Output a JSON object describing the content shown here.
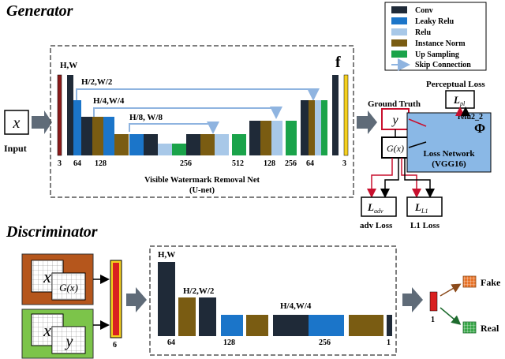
{
  "generator": {
    "title": "Generator",
    "input_symbol": "x",
    "input_label": "Input",
    "box_letter": "f",
    "net_label_1": "Visible Watermark Removal Net",
    "net_label_2": "(U-net)",
    "dims": [
      "H,W",
      "H/2,W/2",
      "H/4,W/4",
      "H/8, W/8"
    ],
    "channels": [
      "3",
      "64",
      "128",
      "256",
      "512",
      "128",
      "256",
      "64",
      "3"
    ]
  },
  "legend": [
    {
      "label": "Conv",
      "color": "#1f2a38"
    },
    {
      "label": "Leaky Relu",
      "color": "#1b75c9"
    },
    {
      "label": "Relu",
      "color": "#a8c8e8"
    },
    {
      "label": "Instance Norm",
      "color": "#7a5c12"
    },
    {
      "label": "Up Sampling",
      "color": "#1aa34a"
    },
    {
      "label": "Skip Connection",
      "color": "#8fb4e0"
    }
  ],
  "loss_side": {
    "ground_truth": "Ground Truth",
    "y": "y",
    "gx": "G(x)",
    "perceptual_loss": "Perceptual Loss",
    "lpl": "L",
    "lpl_sub": "pl",
    "relu": "relu2_2",
    "phi": "Φ",
    "loss_network": "Loss Network",
    "vgg": "(VGG16)",
    "ladv": "L",
    "ladv_sub": "adv",
    "l1": "L",
    "l1_sub": "L1",
    "adv_loss": "adv Loss",
    "l1_loss": "L1 Loss"
  },
  "discriminator": {
    "title": "Discriminator",
    "x": "x",
    "gx": "G(x)",
    "y": "y",
    "six": "6",
    "dims": [
      "H,W",
      "H/2,W/2",
      "H/4,W/4"
    ],
    "channels": [
      "64",
      "128",
      "256",
      "1"
    ],
    "one": "1",
    "fake": "Fake",
    "real": "Real"
  },
  "colors": {
    "conv": "#1f2a38",
    "leaky": "#1b75c9",
    "relu": "#a8c8e8",
    "inorm": "#7a5c12",
    "upsample": "#1aa34a",
    "dark_red": "#8b1a1a",
    "yellow": "#f5d020",
    "orange": "#b5561c",
    "green": "#7cc44a",
    "loss_blue": "#8ab8e6",
    "red": "#c8102e",
    "arrow_gray": "#5f6b78"
  }
}
